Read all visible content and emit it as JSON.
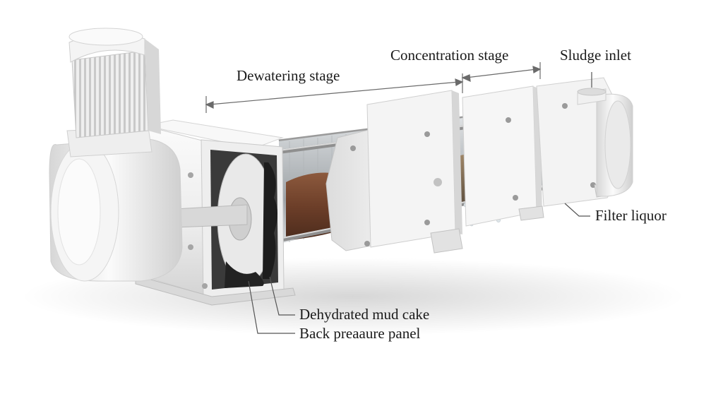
{
  "labels": {
    "dewatering_stage": "Dewatering stage",
    "concentration_stage": "Concentration stage",
    "sludge_inlet": "Sludge inlet",
    "filter_liquor": "Filter liquor",
    "dehydrated_mud_cake": "Dehydrated mud cake",
    "back_pressure_panel": "Back preaaure panel"
  },
  "colors": {
    "machine_body": "#f2f2f2",
    "screen_cylinder": "#c9ccce",
    "sludge_brown": "#7a4a32",
    "sludge_dark": "#3c3a34",
    "leader_line": "#555555"
  }
}
